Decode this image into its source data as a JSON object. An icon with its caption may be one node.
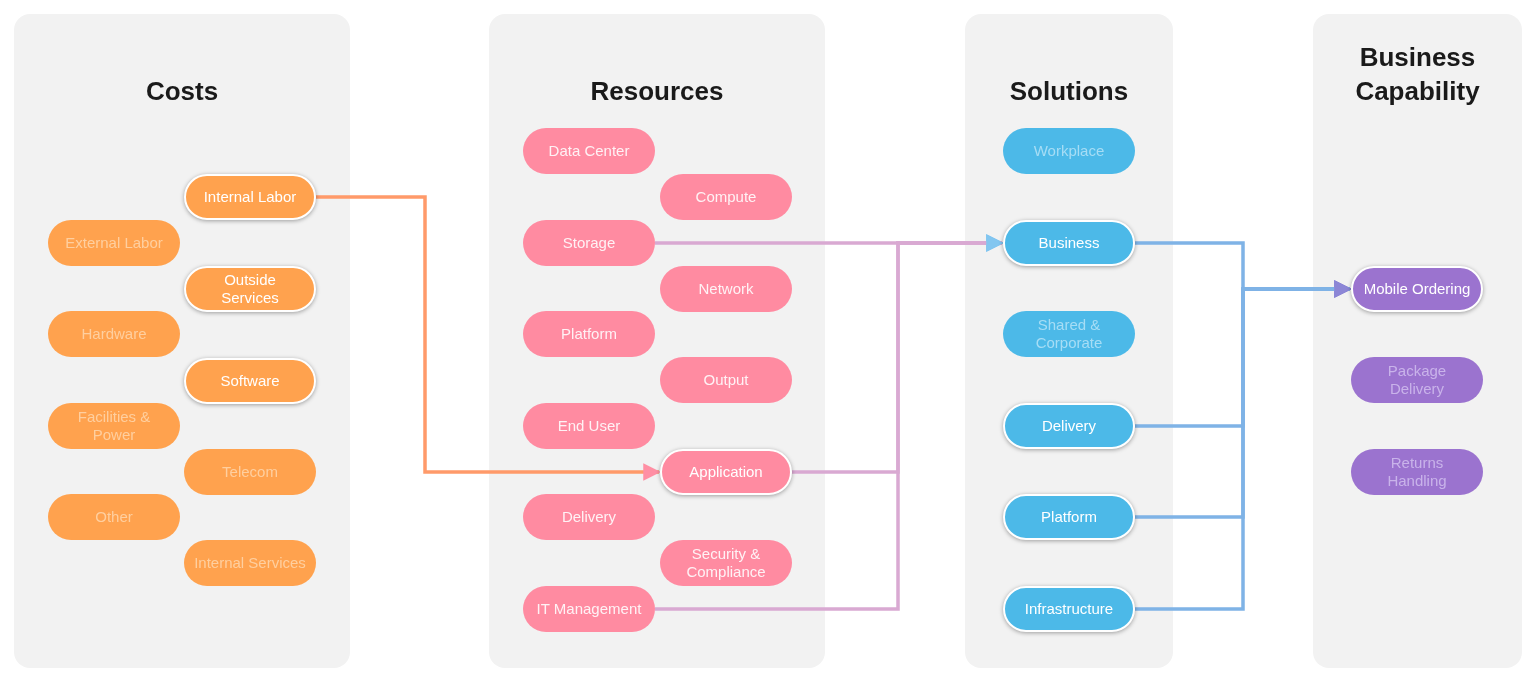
{
  "diagram": {
    "nodes": [
      {
        "text": [
          "Costs"
        ]
      },
      {
        "text": [
          "Internal Labor"
        ],
        "in": 0
      },
      {
        "text": [
          "External Labor"
        ],
        "in": 0
      },
      {
        "text": [
          "Outside Services"
        ],
        "in": 0
      },
      {
        "text": [
          "Hardware"
        ],
        "in": 0
      },
      {
        "text": [
          "Software"
        ],
        "in": 0
      },
      {
        "text": [
          "Facilities & Power"
        ],
        "in": 0
      },
      {
        "text": [
          "Telecom"
        ],
        "in": 0
      },
      {
        "text": [
          "Other"
        ],
        "in": 0
      },
      {
        "text": [
          "Internal Services"
        ],
        "in": 0
      },
      {
        "text": [
          "Resources"
        ]
      },
      {
        "text": [
          "Data Center"
        ],
        "in": 10
      },
      {
        "text": [
          "Compute"
        ],
        "in": 10
      },
      {
        "text": [
          "Storage"
        ],
        "in": 10
      },
      {
        "text": [
          "Network"
        ],
        "in": 10
      },
      {
        "text": [
          "Platform"
        ],
        "in": 10
      },
      {
        "text": [
          "Output"
        ],
        "in": 10
      },
      {
        "text": [
          "End User"
        ],
        "in": 10
      },
      {
        "text": [
          "Application"
        ],
        "in": 10
      },
      {
        "text": [
          "Delivery"
        ],
        "in": 10
      },
      {
        "text": [
          "Security & Compliance"
        ],
        "in": 10
      },
      {
        "text": [
          "IT Management"
        ],
        "in": 10
      },
      {
        "text": [
          "Solutions"
        ]
      },
      {
        "text": [
          "Workplace"
        ],
        "in": 22
      },
      {
        "text": [
          "Business"
        ],
        "in": 22
      },
      {
        "text": [
          "Shared & Corporate"
        ],
        "in": 22
      },
      {
        "text": [
          "Delivery"
        ],
        "in": 22
      },
      {
        "text": [
          "Platform"
        ],
        "in": 22
      },
      {
        "text": [
          "Infrastructure"
        ],
        "in": 22
      },
      {
        "text": [
          "Business Capability"
        ]
      },
      {
        "text": [
          "Mobile Ordering"
        ],
        "in": 29
      },
      {
        "text": [
          "Package Delivery"
        ],
        "in": 29
      },
      {
        "text": [
          "Returns Handling"
        ],
        "in": 29
      }
    ],
    "edges": [
      {
        "from": 1,
        "to": 18,
        "arrow": "to",
        "color": "#ff9a6a"
      },
      {
        "from": 13,
        "to": 24,
        "arrow": "to",
        "color": "#d9a9d2"
      },
      {
        "from": 18,
        "to": 24,
        "arrow": "to",
        "color": "#d9a9d2"
      },
      {
        "from": 21,
        "to": 24,
        "arrow": "to",
        "color": "#d9a9d2"
      },
      {
        "from": 24,
        "to": 30,
        "arrow": "to"
      },
      {
        "from": 26,
        "to": 30,
        "arrow": "to"
      },
      {
        "from": 27,
        "to": 30,
        "arrow": "to"
      },
      {
        "from": 28,
        "to": 30,
        "arrow": "to"
      }
    ]
  }
}
